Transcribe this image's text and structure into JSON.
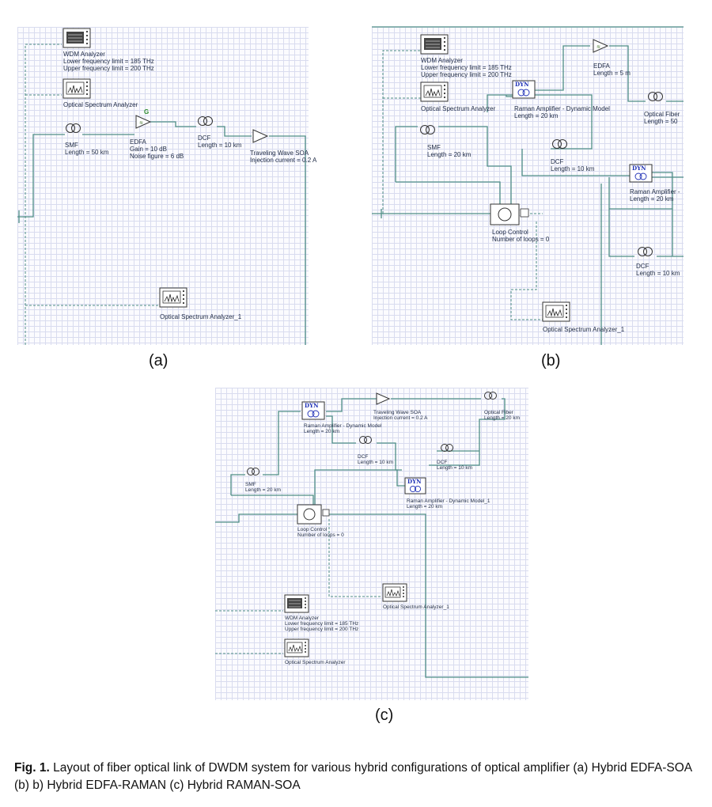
{
  "panels": {
    "a": {
      "label": "(a)",
      "wdm": {
        "name": "WDM Analyzer",
        "lower": "Lower frequency limit = 185  THz",
        "upper": "Upper frequency limit = 200  THz"
      },
      "osa": {
        "name": "Optical Spectrum Analyzer"
      },
      "smf": {
        "name": "SMF",
        "param": "Length = 50  km"
      },
      "edfa": {
        "name": "EDFA",
        "gain": "Gain = 10  dB",
        "noise": "Noise figure = 6  dB",
        "badge": "G"
      },
      "dcf": {
        "name": "DCF",
        "param": "Length = 10  km"
      },
      "soa": {
        "name": "Traveling Wave SOA",
        "param": "Injection current = 0.2  A"
      },
      "osa1": {
        "name": "Optical Spectrum Analyzer_1"
      }
    },
    "b": {
      "label": "(b)",
      "wdm": {
        "name": "WDM Analyzer",
        "lower": "Lower frequency limit = 185  THz",
        "upper": "Upper frequency limit = 200  THz"
      },
      "osa": {
        "name": "Optical Spectrum Analyzer"
      },
      "raman1": {
        "name": "Raman Amplifier - Dynamic Model",
        "param": "Length = 20  km",
        "badge": "DYN"
      },
      "edfa": {
        "name": "EDFA",
        "param": "Length = 5  m"
      },
      "fiber": {
        "name": "Optical Fiber",
        "param": "Length = 50"
      },
      "smf": {
        "name": "SMF",
        "param": "Length = 20  km"
      },
      "dcf1": {
        "name": "DCF",
        "param": "Length = 10  km"
      },
      "raman2": {
        "name": "Raman Amplifier -",
        "param": "Length = 20  km",
        "badge": "DYN"
      },
      "loop": {
        "name": "Loop Control",
        "param": "Number of loops = 0"
      },
      "dcf2": {
        "name": "DCF",
        "param": "Length = 10  km"
      },
      "osa1": {
        "name": "Optical Spectrum Analyzer_1"
      }
    },
    "c": {
      "label": "(c)",
      "raman1": {
        "name": "Raman Amplifier - Dynamic Model",
        "param": "Length = 20  km",
        "badge": "DYN"
      },
      "soa": {
        "name": "Traveling Wave SOA",
        "param": "Injection current = 0.2  A"
      },
      "fiber": {
        "name": "Optical Fiber",
        "param": "Length = 20  km"
      },
      "dcf1": {
        "name": "DCF",
        "param": "Length = 10  km"
      },
      "dcf2": {
        "name": "DCF",
        "param": "Length = 10  km"
      },
      "smf": {
        "name": "SMF",
        "param": "Length = 20  km"
      },
      "raman2": {
        "name": "Raman Amplifier - Dynamic Model_1",
        "param": "Length = 20  km",
        "badge": "DYN"
      },
      "loop": {
        "name": "Loop Control",
        "param": "Number of loops = 0"
      },
      "osa1": {
        "name": "Optical Spectrum Analyzer_1"
      },
      "wdm": {
        "name": "WDM Analyzer",
        "lower": "Lower frequency limit = 185  THz",
        "upper": "Upper frequency limit = 200  THz"
      },
      "osa": {
        "name": "Optical Spectrum Analyzer"
      }
    }
  },
  "caption": {
    "prefix": "Fig. 1.",
    "text": " Layout of fiber optical link of DWDM system for various hybrid configurations of optical amplifier (a) Hybrid EDFA-SOA (b) b) Hybrid EDFA-RAMAN (c) Hybrid RAMAN-SOA"
  },
  "colors": {
    "wire": "#4f8e86",
    "grid": "#d9dcef",
    "dyn": "#1d2fb5",
    "label": "#1e2a44"
  }
}
